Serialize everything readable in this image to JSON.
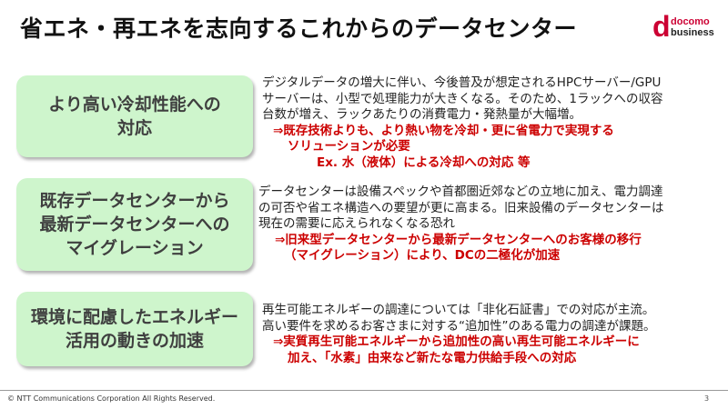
{
  "title": "省エネ・再エネを志向するこれからのデータセンター",
  "logo": {
    "mark": "d",
    "line1": "docomo",
    "line2": "business"
  },
  "sections": [
    {
      "heading": "より高い冷却性能への\n対応",
      "lines": [
        "デジタルデータの増大に伴い、今後普及が想定されるHPCサーバー/GPU",
        "サーバーは、小型で処理能力が大きくなる。そのため、1ラックへの収容",
        "台数が増え、ラックあたりの消費電力・発熱量が大幅増。"
      ],
      "highlights": [
        "⇒既存技術よりも、より熱い物を冷却・更に省電力で実現する",
        "ソリューションが必要",
        "Ex. 水（液体）による冷却への対応 等"
      ]
    },
    {
      "heading": "既存データセンターから\n最新データセンターへの\nマイグレーション",
      "lines": [
        "データセンターは設備スペックや首都圏近郊などの立地に加え、電力調達",
        "の可否や省エネ構造への要望が更に高まる。旧来設備のデータセンターは",
        "現在の需要に応えられなくなる恐れ"
      ],
      "highlights": [
        "⇒旧来型データセンターから最新データセンターへのお客様の移行",
        "（マイグレーション）により、DCの二極化が加速"
      ]
    },
    {
      "heading": "環境に配慮したエネルギー\n活用の動きの加速",
      "lines": [
        "再生可能エネルギーの調達については「非化石証書」での対応が主流。",
        "高い要件を求めるお客さまに対する“追加性”のある電力の調達が課題。"
      ],
      "highlights": [
        "⇒実質再生可能エネルギーから追加性の高い再生可能エネルギーに",
        "加え、「水素」由来など新たな電力供給手段への対応"
      ]
    }
  ],
  "footer": {
    "copyright": "© NTT Communications Corporation All Rights Reserved.",
    "page": "3"
  }
}
